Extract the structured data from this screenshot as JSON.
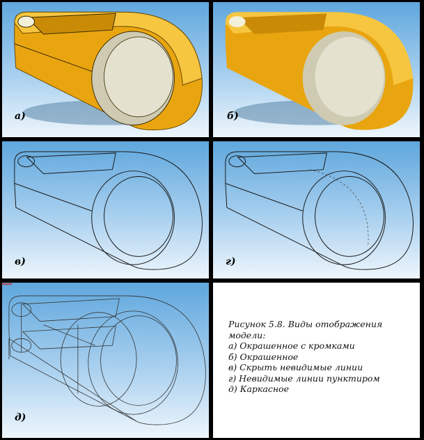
{
  "panels": [
    {
      "label": "а)"
    },
    {
      "label": "б)"
    },
    {
      "label": "в)"
    },
    {
      "label": "г)"
    },
    {
      "label": "д)"
    }
  ],
  "caption": {
    "title_line1": "Рисунок 5.8. Виды отображения",
    "title_line2": "модели:",
    "items": [
      "а) Окрашенное с кромками",
      "б) Окрашенное",
      "в) Скрыть невидимые линии",
      "г) Невидимые линии пунктиром",
      "д) Каркасное"
    ]
  },
  "colors": {
    "background_gradient_top": "#5fa7dd",
    "model_shaded": "#f2b21e",
    "model_inner": "#d9d7c1",
    "edges": "#1a1a1a"
  }
}
